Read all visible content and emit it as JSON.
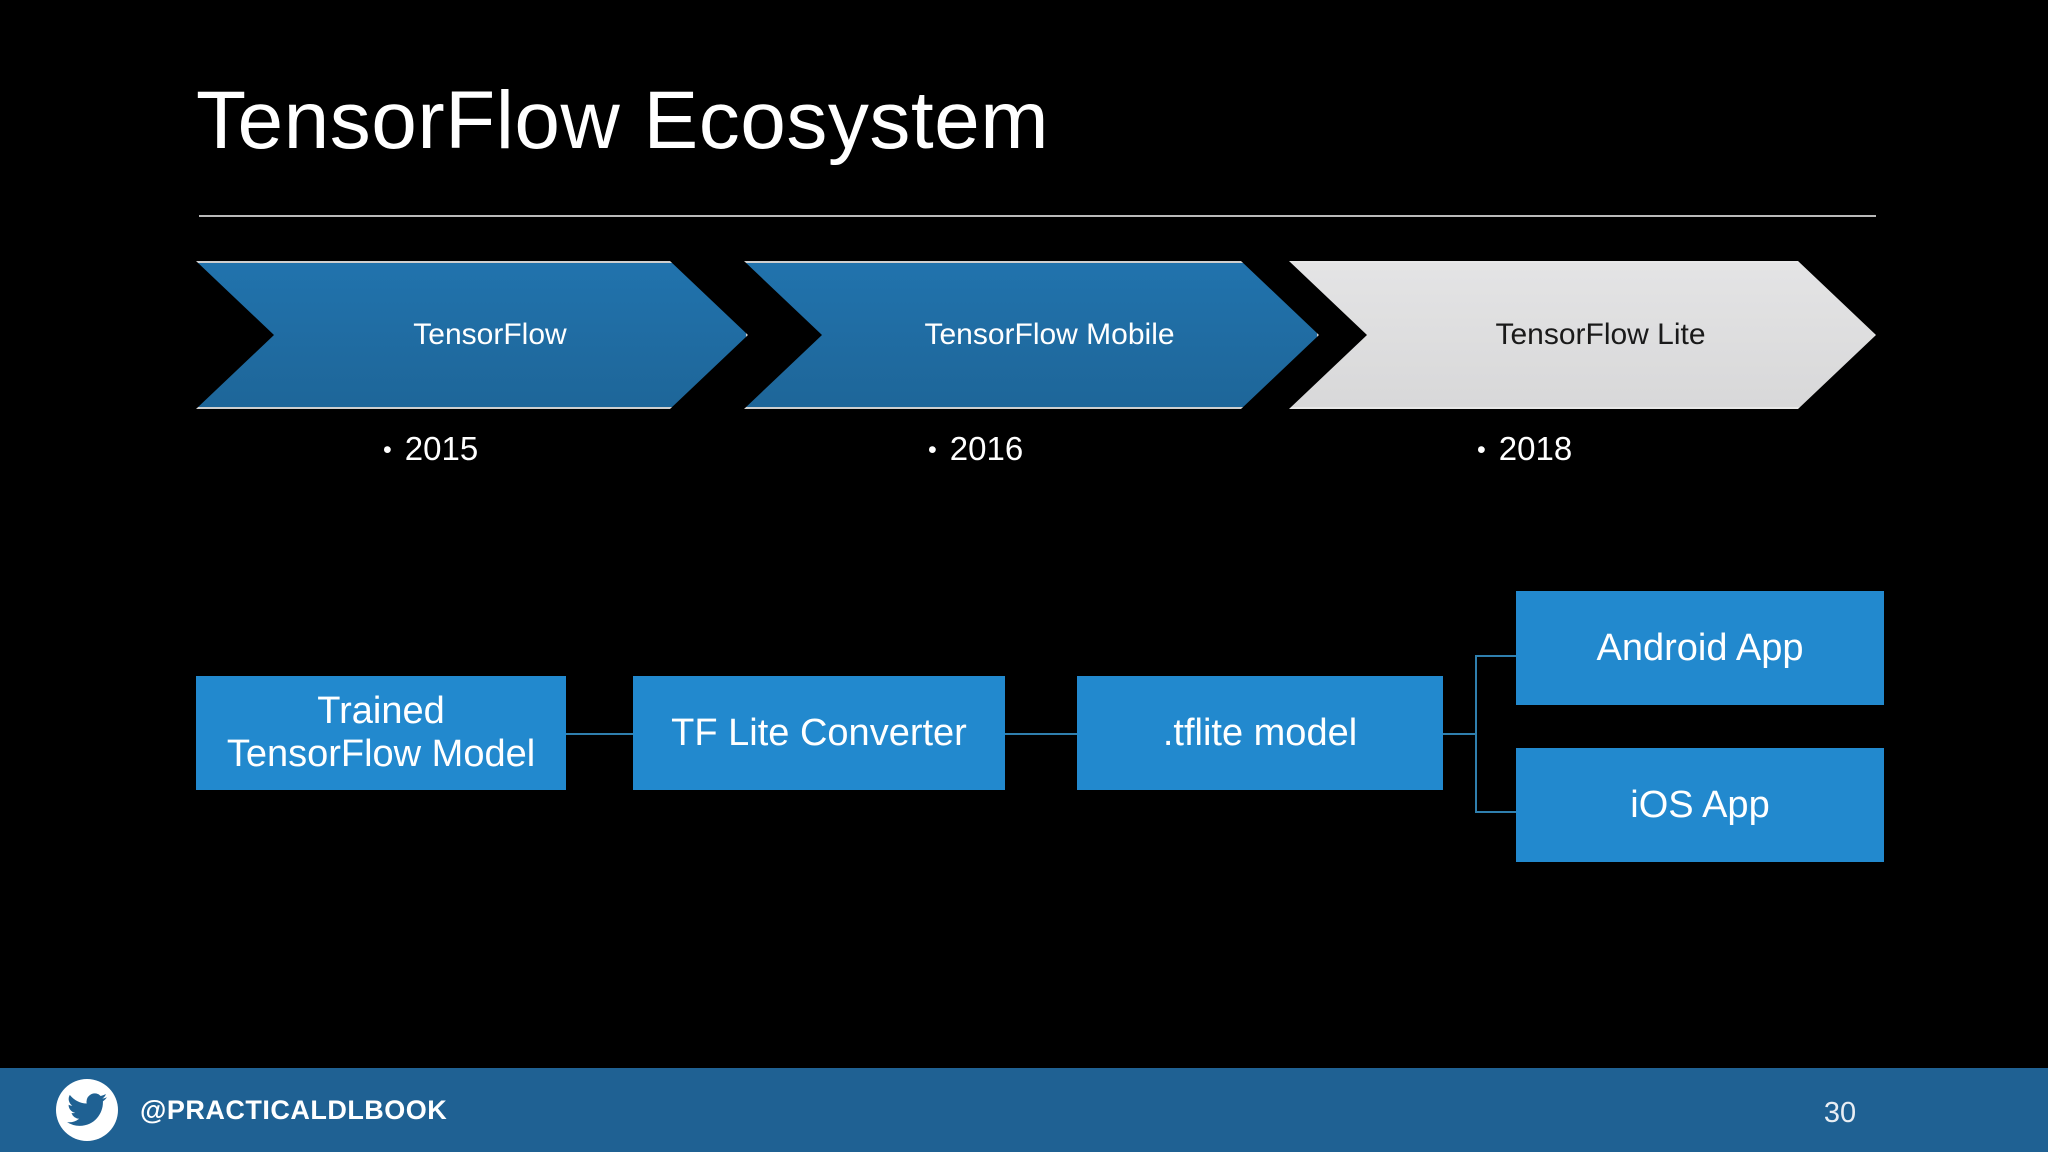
{
  "slide": {
    "title": "TensorFlow Ecosystem",
    "background_color": "#000000"
  },
  "process": {
    "steps": [
      {
        "label": "TensorFlow",
        "color": "#1e6699",
        "text_color": "#ffffff",
        "year": "2015"
      },
      {
        "label": "TensorFlow Mobile",
        "color": "#1e6699",
        "text_color": "#ffffff",
        "year": "2016"
      },
      {
        "label": "TensorFlow Lite",
        "color": "#d8d8d9",
        "text_color": "#1a1a1a",
        "year": "2018"
      }
    ],
    "bullet_glyph": "•"
  },
  "flow": {
    "accent_color": "#2289ce",
    "connector_color": "#2f7fae",
    "nodes": [
      {
        "id": "trained-model",
        "label": "Trained\nTensorFlow Model"
      },
      {
        "id": "tflite-converter",
        "label": "TF Lite Converter"
      },
      {
        "id": "tflite-model",
        "label": ".tflite model"
      },
      {
        "id": "android-app",
        "label": "Android App"
      },
      {
        "id": "ios-app",
        "label": "iOS App"
      }
    ],
    "node_labels": {
      "trained_model_line1": "Trained",
      "trained_model_line2": "TensorFlow Model",
      "tflite_converter": "TF Lite Converter",
      "tflite_model": ".tflite model",
      "android_app": "Android App",
      "ios_app": "iOS App"
    }
  },
  "footer": {
    "bar_color": "#1f6193",
    "twitter_icon": "twitter-bird-icon",
    "handle": "@PRACTICALDLBOOK",
    "page_number": "30"
  }
}
